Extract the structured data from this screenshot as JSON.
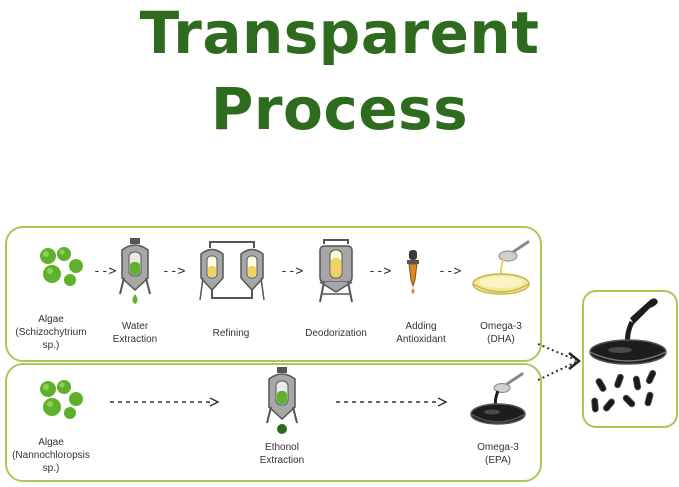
{
  "title": {
    "line1": "Transparent",
    "line2": "Process"
  },
  "dha_process": {
    "steps": [
      {
        "lines": [
          "Algae",
          "(Schizochytrium",
          "sp.)"
        ],
        "icon": "algae-cells-icon"
      },
      {
        "lines": [
          "Water",
          "Extraction"
        ],
        "icon": "extraction-tank-icon"
      },
      {
        "lines": [
          "Refining"
        ],
        "icon": "refining-tanks-icon"
      },
      {
        "lines": [
          "Deodorization"
        ],
        "icon": "deodorization-tower-icon"
      },
      {
        "lines": [
          "Adding",
          "Antioxidant"
        ],
        "icon": "dropper-icon"
      },
      {
        "lines": [
          "Omega-3",
          "(DHA)"
        ],
        "icon": "oil-dish-icon"
      }
    ],
    "arrow": "-->"
  },
  "epa_process": {
    "steps": [
      {
        "lines": [
          "Algae",
          "(Nannochloropsis",
          "sp.)"
        ],
        "icon": "algae-cells-icon"
      },
      {
        "lines": [
          "Ethonol",
          "Extraction"
        ],
        "icon": "extraction-tank-icon"
      },
      {
        "lines": [
          "Omega-3",
          "(EPA)"
        ],
        "icon": "dark-oil-dish-icon"
      }
    ]
  },
  "product": {
    "icon": "capsules-and-oil-icon"
  },
  "colors": {
    "title": "#2f6b1f",
    "border": "#a7c957",
    "algae": "#5fb12b",
    "tank": "#9a9a9a",
    "dha_oil": "#f3e79a",
    "epa_oil": "#1d1d1d"
  }
}
